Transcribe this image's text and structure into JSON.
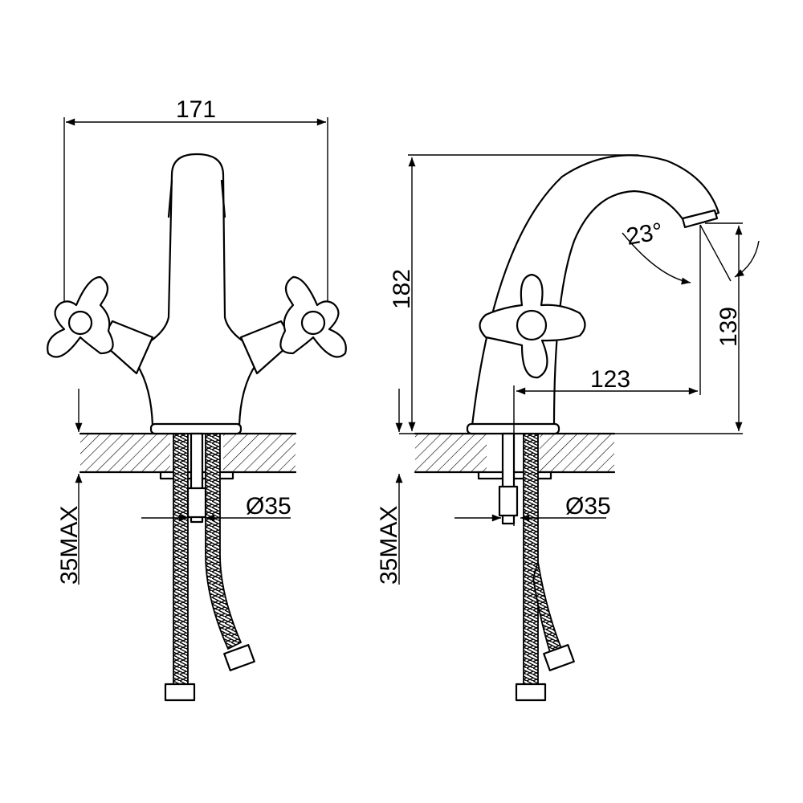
{
  "drawing": {
    "front_view": {
      "width_dim": "171",
      "deck_thickness_dim": "35MAX",
      "hole_dia_dim": "Ø35"
    },
    "side_view": {
      "height_dim": "182",
      "spout_height_dim": "139",
      "spout_reach_dim": "123",
      "spray_angle_dim": "23°",
      "deck_thickness_dim": "35MAX",
      "hole_dia_dim": "Ø35"
    },
    "colors": {
      "line": "#000000",
      "background": "#ffffff"
    }
  }
}
